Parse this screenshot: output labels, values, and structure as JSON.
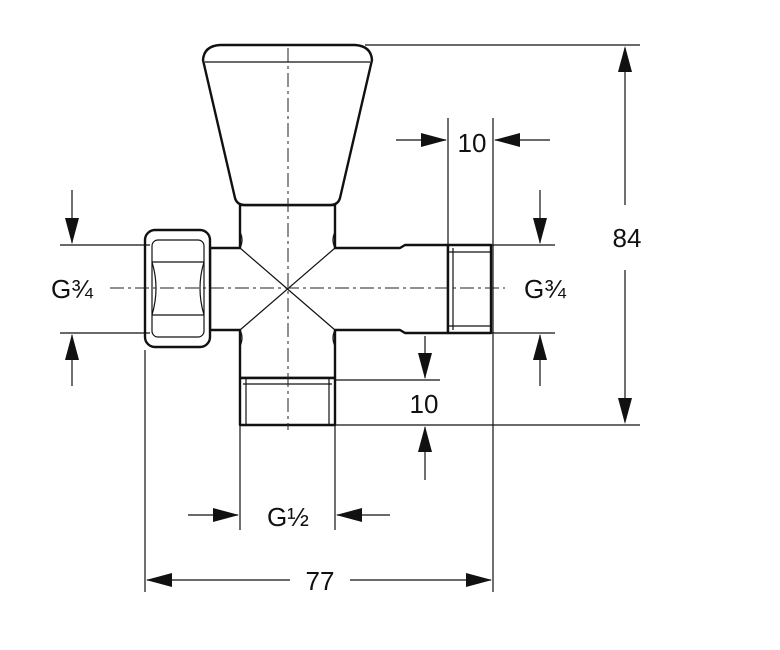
{
  "labels": {
    "inlet_left": "G¾",
    "outlet_right": "G¾",
    "outlet_bottom": "G½",
    "dim_top_right": "10",
    "dim_bottom_right": "10",
    "dim_height": "84",
    "dim_width": "77"
  },
  "colors": {
    "line": "#111111",
    "background": "#ffffff"
  }
}
